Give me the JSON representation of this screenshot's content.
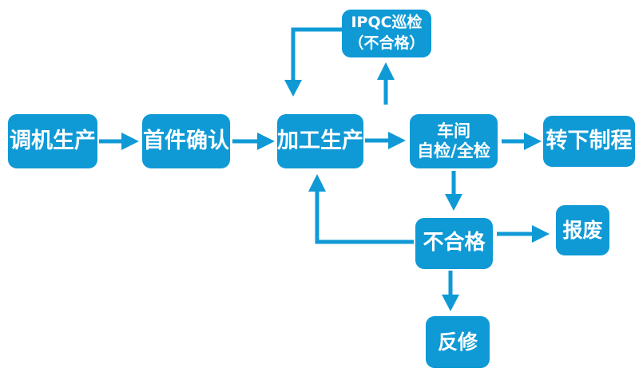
{
  "diagram": {
    "accent_color": "#0f9ad6",
    "background_color": "#ffffff",
    "text_color": "#ffffff",
    "nodes": {
      "machine_setup": {
        "label": "调机生产"
      },
      "first_article": {
        "label": "首件确认"
      },
      "processing": {
        "label": "加工生产"
      },
      "ipqc": {
        "line1": "IPQC巡检",
        "line2": "（不合格）"
      },
      "workshop_inspection": {
        "line1": "车间",
        "line2": "自检/全检"
      },
      "next_process": {
        "label": "转下制程"
      },
      "unqualified": {
        "label": "不合格"
      },
      "scrap": {
        "label": "报废"
      },
      "rework": {
        "label": "反修"
      }
    }
  }
}
